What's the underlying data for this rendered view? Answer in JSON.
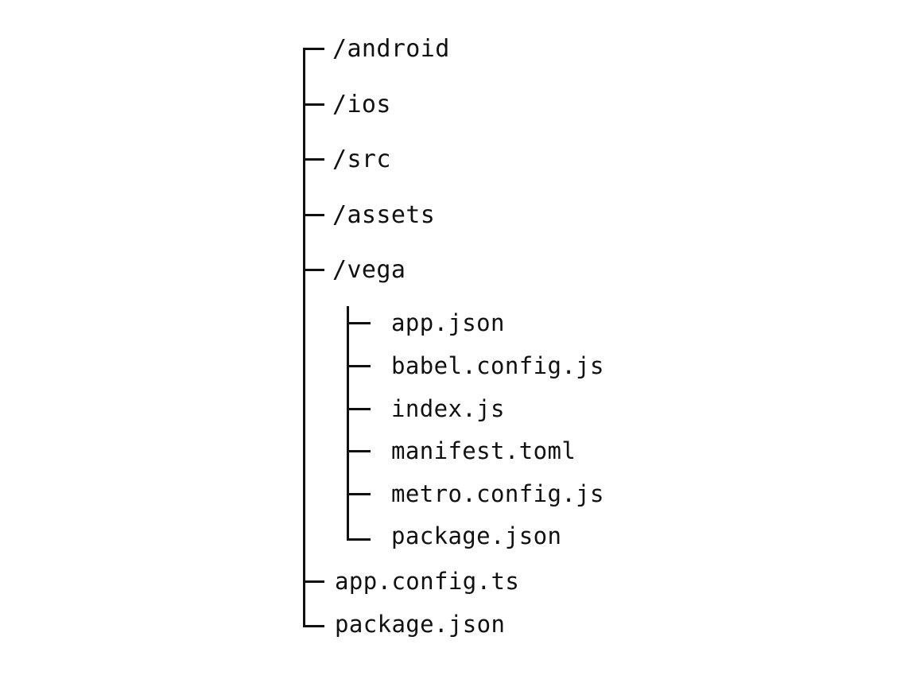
{
  "tree": {
    "root_items": [
      {
        "name": "/android"
      },
      {
        "name": "/ios"
      },
      {
        "name": "/src"
      },
      {
        "name": "/assets"
      },
      {
        "name": "/vega"
      }
    ],
    "vega_children": [
      {
        "name": "app.json"
      },
      {
        "name": "babel.config.js"
      },
      {
        "name": "index.js"
      },
      {
        "name": "manifest.toml"
      },
      {
        "name": "metro.config.js"
      },
      {
        "name": "package.json"
      }
    ],
    "root_files": [
      {
        "name": "app.config.ts"
      },
      {
        "name": "package.json"
      }
    ]
  }
}
